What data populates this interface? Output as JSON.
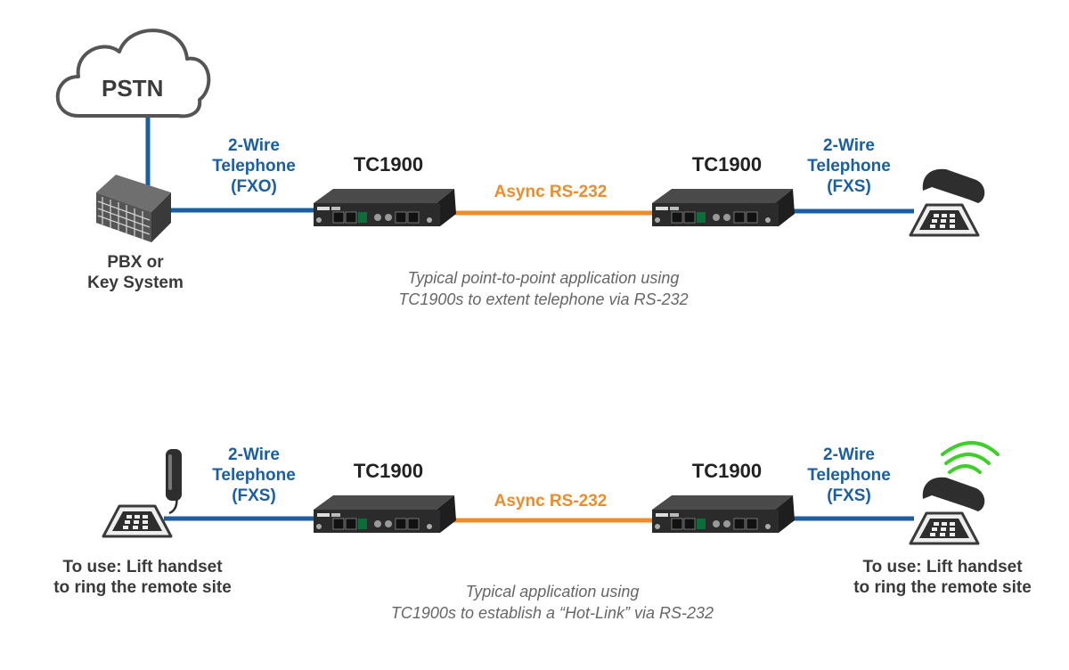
{
  "colors": {
    "telephone_line": "#1a5fa3",
    "rs232_line": "#ee8c2a",
    "device_body": "#2b2b2b",
    "ring_waves": "#3fcf2a"
  },
  "top": {
    "cloud_label": "PSTN",
    "pbx_label": [
      "PBX or",
      "Key System"
    ],
    "left_link": [
      "2-Wire",
      "Telephone",
      "(FXO)"
    ],
    "device_left": "TC1900",
    "middle_link": "Async RS-232",
    "device_right": "TC1900",
    "right_link": [
      "2-Wire",
      "Telephone",
      "(FXS)"
    ],
    "caption": [
      "Typical point-to-point application using",
      "TC1900s to extent telephone via RS-232"
    ]
  },
  "bottom": {
    "left_link": [
      "2-Wire",
      "Telephone",
      "(FXS)"
    ],
    "device_left": "TC1900",
    "middle_link": "Async RS-232",
    "device_right": "TC1900",
    "right_link": [
      "2-Wire",
      "Telephone",
      "(FXS)"
    ],
    "left_note": [
      "To use: Lift handset",
      "to ring the remote site"
    ],
    "right_note": [
      "To use: Lift handset",
      "to ring the remote site"
    ],
    "caption": [
      "Typical application using",
      "TC1900s to establish a “Hot-Link” via RS-232"
    ]
  }
}
